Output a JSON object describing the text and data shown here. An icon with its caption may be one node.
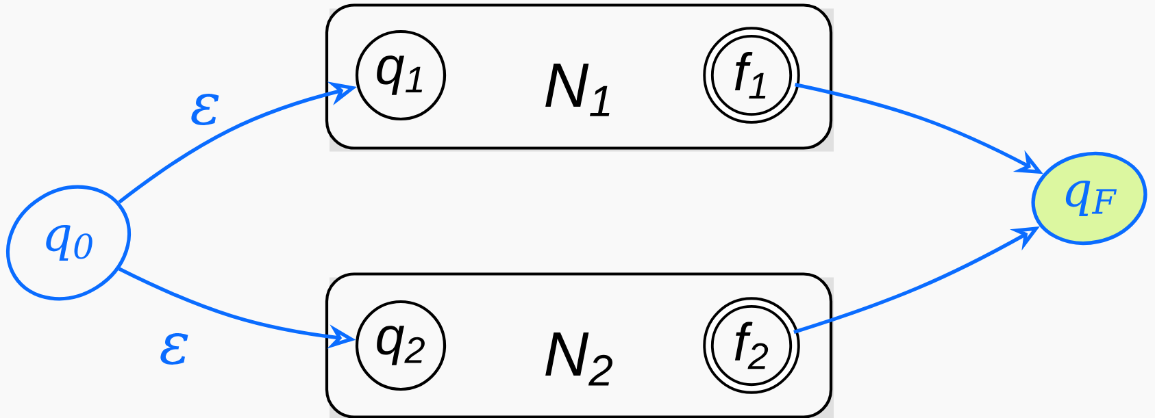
{
  "diagram": {
    "nodes": [
      {
        "text": [
          "q$_{0}$"
        ]
      },
      {
        "text": [
          "N$_{1}$"
        ]
      },
      {
        "text": [
          "q$_{1}$"
        ],
        "in": 1
      },
      {
        "text": [
          "f$_{1}$"
        ],
        "in": 1
      },
      {
        "text": [
          "N$_{2}$"
        ]
      },
      {
        "text": [
          "q$_{2}$"
        ],
        "in": 4
      },
      {
        "text": [
          "f$_{2}$"
        ],
        "in": 4
      },
      {
        "text": [
          "q$_{F}$"
        ]
      }
    ],
    "edges": [
      {
        "from": 0,
        "to": 2,
        "arrow": "to",
        "label": "ε"
      },
      {
        "from": 0,
        "to": 5,
        "arrow": "to",
        "label": "ε"
      },
      {
        "from": 3,
        "to": 7,
        "arrow": "to"
      },
      {
        "from": 6,
        "to": 7,
        "arrow": "to"
      }
    ]
  }
}
